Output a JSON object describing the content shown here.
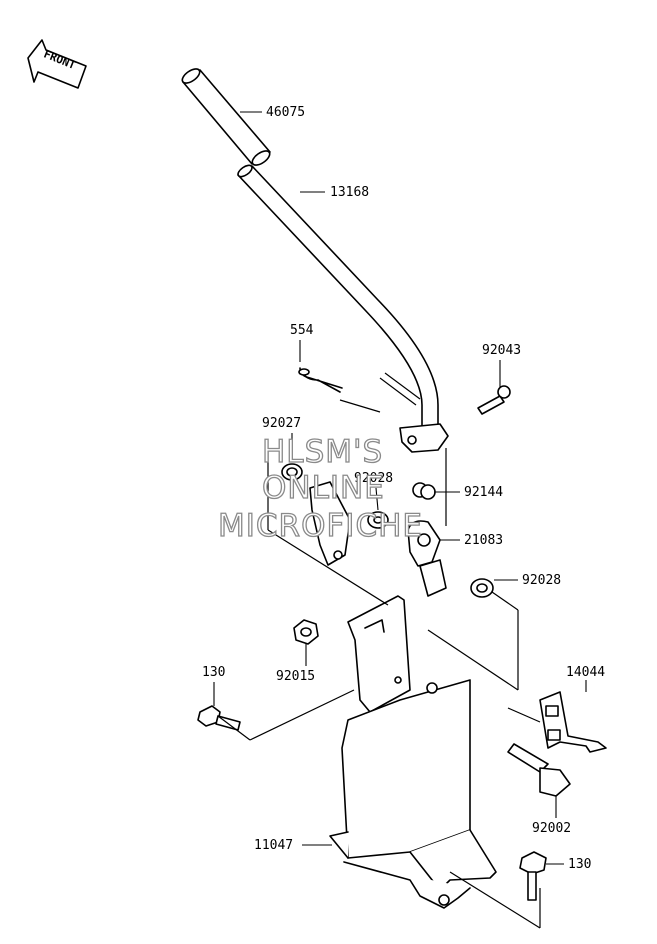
{
  "front_arrow": {
    "text": "FRONT"
  },
  "watermark": {
    "line1": "HLSM'S",
    "line2": "ONLINE",
    "line3": "MICROFICHE"
  },
  "callouts": [
    {
      "id": "46075",
      "text": "46075"
    },
    {
      "id": "13168",
      "text": "13168"
    },
    {
      "id": "554",
      "text": "554"
    },
    {
      "id": "92043",
      "text": "92043"
    },
    {
      "id": "92027",
      "text": "92027"
    },
    {
      "id": "92028a",
      "text": "92028"
    },
    {
      "id": "92144",
      "text": "92144"
    },
    {
      "id": "21083",
      "text": "21083"
    },
    {
      "id": "92028b",
      "text": "92028"
    },
    {
      "id": "92015",
      "text": "92015"
    },
    {
      "id": "130a",
      "text": "130"
    },
    {
      "id": "14044",
      "text": "14044"
    },
    {
      "id": "92002",
      "text": "92002"
    },
    {
      "id": "11047",
      "text": "11047"
    },
    {
      "id": "130b",
      "text": "130"
    }
  ]
}
